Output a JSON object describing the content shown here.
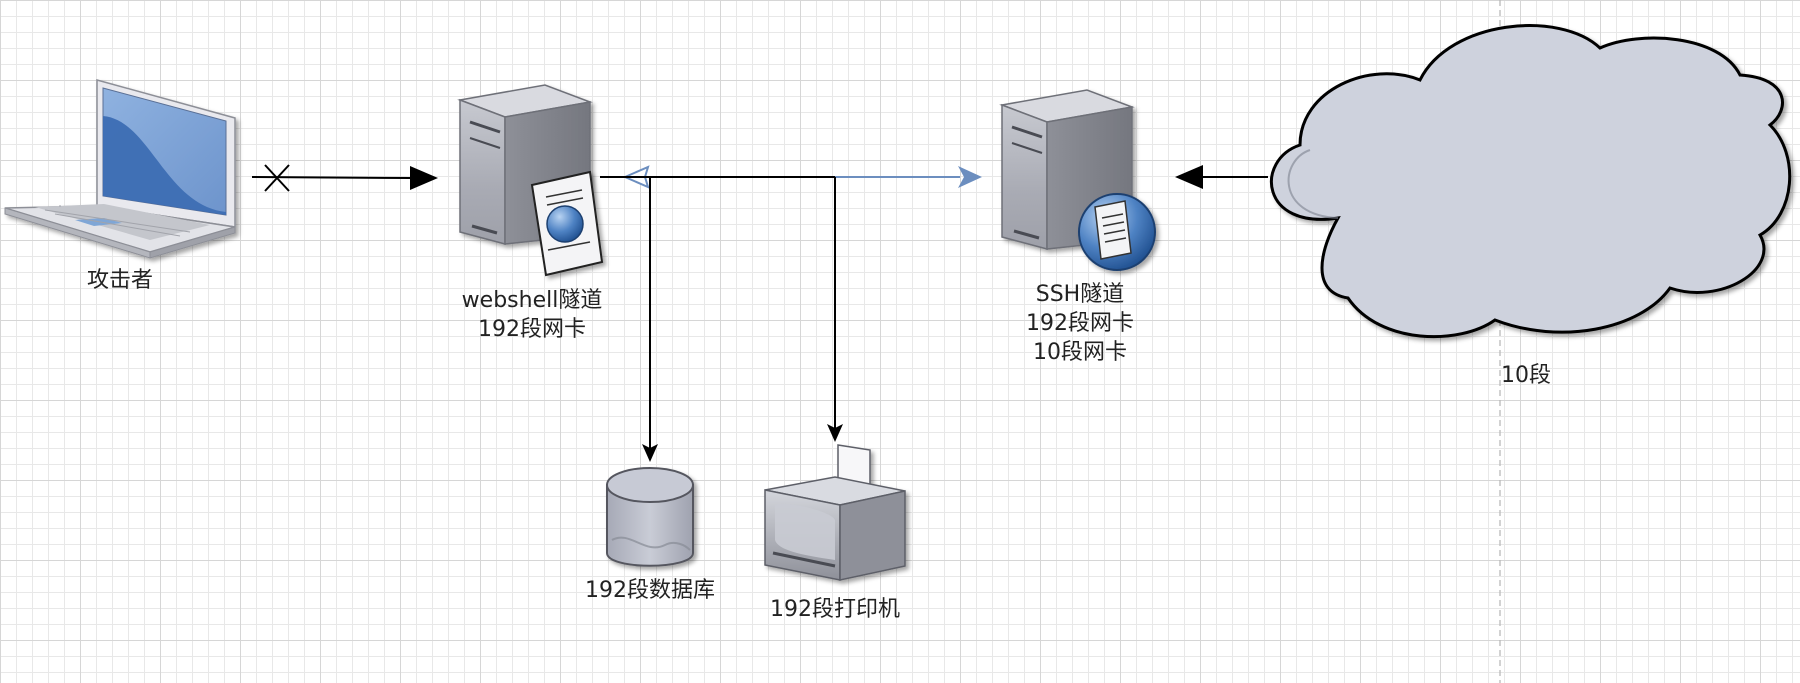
{
  "nodes": {
    "attacker": {
      "label": "攻击者",
      "icon": "laptop-icon"
    },
    "webshell": {
      "lines": [
        "webshell隧道",
        "192段网卡"
      ],
      "icon": "web-server-icon"
    },
    "ssh": {
      "lines": [
        "SSH隧道",
        "192段网卡",
        "10段网卡"
      ],
      "icon": "file-server-icon"
    },
    "cloud": {
      "label": "10段",
      "icon": "cloud-icon"
    },
    "database": {
      "label": "192段数据库",
      "icon": "database-icon"
    },
    "printer": {
      "label": "192段打印机",
      "icon": "printer-icon"
    }
  },
  "colors": {
    "edge": "#000000",
    "blue_edge": "#6c8ebf",
    "cloud_fill": "#ced2dd",
    "cloud_stroke": "#000000"
  }
}
